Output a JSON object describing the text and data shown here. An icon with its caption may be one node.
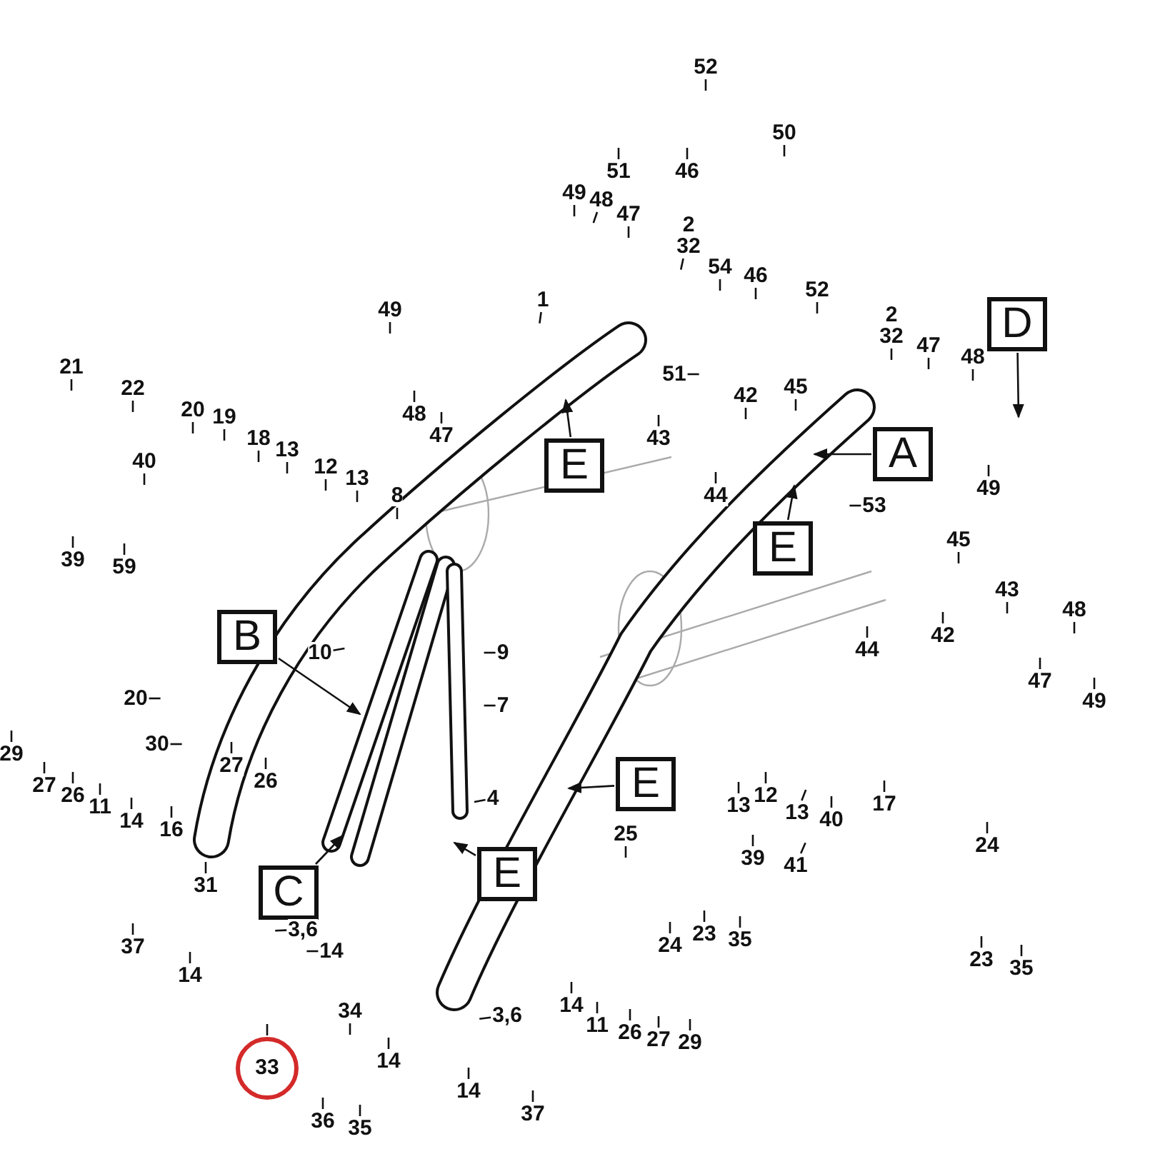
{
  "diagram": {
    "nodes": [
      {
        "text": [
          "52"
        ]
      },
      {
        "text": [
          "51"
        ]
      },
      {
        "text": [
          "46"
        ]
      },
      {
        "text": [
          "50"
        ]
      },
      {
        "text": [
          "49"
        ]
      },
      {
        "text": [
          "48"
        ]
      },
      {
        "text": [
          "47"
        ]
      },
      {
        "text": [
          "2",
          "32"
        ]
      },
      {
        "text": [
          "54"
        ]
      },
      {
        "text": [
          "46"
        ]
      },
      {
        "text": [
          "52"
        ]
      },
      {
        "text": [
          "1"
        ]
      },
      {
        "text": [
          "49"
        ]
      },
      {
        "text": [
          "D"
        ]
      },
      {
        "text": [
          "2",
          "32"
        ]
      },
      {
        "text": [
          "47"
        ]
      },
      {
        "text": [
          "21"
        ]
      },
      {
        "text": [
          "51"
        ]
      },
      {
        "text": [
          "22"
        ]
      },
      {
        "text": [
          "42"
        ]
      },
      {
        "text": [
          "45"
        ]
      },
      {
        "text": [
          "48"
        ]
      },
      {
        "text": [
          "20"
        ]
      },
      {
        "text": [
          "48"
        ]
      },
      {
        "text": [
          "19"
        ]
      },
      {
        "text": [
          "47"
        ]
      },
      {
        "text": [
          "43"
        ]
      },
      {
        "text": [
          "18"
        ]
      },
      {
        "text": [
          "13"
        ]
      },
      {
        "text": [
          "A"
        ]
      },
      {
        "text": [
          "40"
        ]
      },
      {
        "text": [
          "E"
        ]
      },
      {
        "text": [
          "12"
        ]
      },
      {
        "text": [
          "13"
        ]
      },
      {
        "text": [
          "49"
        ]
      },
      {
        "text": [
          "53"
        ]
      },
      {
        "text": [
          "44"
        ]
      },
      {
        "text": [
          "8"
        ]
      },
      {
        "text": [
          "45"
        ]
      },
      {
        "text": [
          "E"
        ]
      },
      {
        "text": [
          "39"
        ]
      },
      {
        "text": [
          "59"
        ]
      },
      {
        "text": [
          "43"
        ]
      },
      {
        "text": [
          "48"
        ]
      },
      {
        "text": [
          "42"
        ]
      },
      {
        "text": [
          "B"
        ]
      },
      {
        "text": [
          "10"
        ]
      },
      {
        "text": [
          "9"
        ]
      },
      {
        "text": [
          "44"
        ]
      },
      {
        "text": [
          "47"
        ]
      },
      {
        "text": [
          "20"
        ]
      },
      {
        "text": [
          "49"
        ]
      },
      {
        "text": [
          "7"
        ]
      },
      {
        "text": [
          "30"
        ]
      },
      {
        "text": [
          "29"
        ]
      },
      {
        "text": [
          "27"
        ]
      },
      {
        "text": [
          "26"
        ]
      },
      {
        "text": [
          "27"
        ]
      },
      {
        "text": [
          "E"
        ]
      },
      {
        "text": [
          "26"
        ]
      },
      {
        "text": [
          "4"
        ]
      },
      {
        "text": [
          "17"
        ]
      },
      {
        "text": [
          "13"
        ]
      },
      {
        "text": [
          "12"
        ]
      },
      {
        "text": [
          "11"
        ]
      },
      {
        "text": [
          "13"
        ]
      },
      {
        "text": [
          "40"
        ]
      },
      {
        "text": [
          "14"
        ]
      },
      {
        "text": [
          "16"
        ]
      },
      {
        "text": [
          "25"
        ]
      },
      {
        "text": [
          "24"
        ]
      },
      {
        "text": [
          "39"
        ]
      },
      {
        "text": [
          "41"
        ]
      },
      {
        "text": [
          "E"
        ]
      },
      {
        "text": [
          "31"
        ]
      },
      {
        "text": [
          "C"
        ]
      },
      {
        "text": [
          "3,6"
        ]
      },
      {
        "text": [
          "23"
        ]
      },
      {
        "text": [
          "35"
        ]
      },
      {
        "text": [
          "24"
        ]
      },
      {
        "text": [
          "37"
        ]
      },
      {
        "text": [
          "14"
        ]
      },
      {
        "text": [
          "23"
        ]
      },
      {
        "text": [
          "35"
        ]
      },
      {
        "text": [
          "14"
        ]
      },
      {
        "text": [
          "14"
        ]
      },
      {
        "text": [
          "34"
        ]
      },
      {
        "text": [
          "3,6"
        ]
      },
      {
        "text": [
          "11"
        ]
      },
      {
        "text": [
          "26"
        ]
      },
      {
        "text": [
          "27"
        ]
      },
      {
        "text": [
          "29"
        ]
      },
      {
        "text": [
          "14"
        ]
      },
      {
        "text": [
          "33"
        ]
      },
      {
        "text": [
          "14"
        ]
      },
      {
        "text": [
          "37"
        ]
      },
      {
        "text": [
          "36"
        ]
      },
      {
        "text": [
          "35"
        ]
      }
    ],
    "edges": [
      {
        "from": 0,
        "to": null,
        "arrow": "none"
      },
      {
        "from": 1,
        "to": null,
        "arrow": "none"
      },
      {
        "from": 2,
        "to": null,
        "arrow": "none"
      },
      {
        "from": 3,
        "to": null,
        "arrow": "none"
      },
      {
        "from": 4,
        "to": null,
        "arrow": "none"
      },
      {
        "from": 5,
        "to": null,
        "arrow": "none"
      },
      {
        "from": 6,
        "to": null,
        "arrow": "none"
      },
      {
        "from": 7,
        "to": null,
        "arrow": "none"
      },
      {
        "from": 8,
        "to": null,
        "arrow": "none"
      },
      {
        "from": 9,
        "to": null,
        "arrow": "none"
      },
      {
        "from": 10,
        "to": null,
        "arrow": "none"
      },
      {
        "from": 11,
        "to": null,
        "arrow": "none"
      },
      {
        "from": 12,
        "to": null,
        "arrow": "none"
      },
      {
        "from": 13,
        "to": null,
        "arrow": "to"
      },
      {
        "from": 14,
        "to": null,
        "arrow": "none"
      },
      {
        "from": 15,
        "to": null,
        "arrow": "none"
      },
      {
        "from": 16,
        "to": null,
        "arrow": "none"
      },
      {
        "from": 17,
        "to": null,
        "arrow": "none"
      },
      {
        "from": 18,
        "to": null,
        "arrow": "none"
      },
      {
        "from": 19,
        "to": null,
        "arrow": "none"
      },
      {
        "from": 20,
        "to": null,
        "arrow": "none"
      },
      {
        "from": 21,
        "to": null,
        "arrow": "none"
      },
      {
        "from": 22,
        "to": null,
        "arrow": "none"
      },
      {
        "from": 23,
        "to": null,
        "arrow": "none"
      },
      {
        "from": 24,
        "to": null,
        "arrow": "none"
      },
      {
        "from": 25,
        "to": null,
        "arrow": "none"
      },
      {
        "from": 26,
        "to": null,
        "arrow": "none"
      },
      {
        "from": 27,
        "to": null,
        "arrow": "none"
      },
      {
        "from": 28,
        "to": null,
        "arrow": "none"
      },
      {
        "from": 29,
        "to": null,
        "arrow": "to"
      },
      {
        "from": 30,
        "to": null,
        "arrow": "none"
      },
      {
        "from": 31,
        "to": null,
        "arrow": "to"
      },
      {
        "from": 32,
        "to": null,
        "arrow": "none"
      },
      {
        "from": 33,
        "to": null,
        "arrow": "none"
      },
      {
        "from": 34,
        "to": null,
        "arrow": "none"
      },
      {
        "from": 35,
        "to": null,
        "arrow": "none"
      },
      {
        "from": 36,
        "to": null,
        "arrow": "none"
      },
      {
        "from": 37,
        "to": null,
        "arrow": "none"
      },
      {
        "from": 38,
        "to": null,
        "arrow": "none"
      },
      {
        "from": 39,
        "to": null,
        "arrow": "to"
      },
      {
        "from": 40,
        "to": null,
        "arrow": "none"
      },
      {
        "from": 41,
        "to": null,
        "arrow": "none"
      },
      {
        "from": 42,
        "to": null,
        "arrow": "none"
      },
      {
        "from": 43,
        "to": null,
        "arrow": "none"
      },
      {
        "from": 44,
        "to": null,
        "arrow": "none"
      },
      {
        "from": 45,
        "to": null,
        "arrow": "to"
      },
      {
        "from": 46,
        "to": null,
        "arrow": "none"
      },
      {
        "from": 47,
        "to": null,
        "arrow": "none"
      },
      {
        "from": 48,
        "to": null,
        "arrow": "none"
      },
      {
        "from": 49,
        "to": null,
        "arrow": "none"
      },
      {
        "from": 50,
        "to": null,
        "arrow": "none"
      },
      {
        "from": 51,
        "to": null,
        "arrow": "none"
      },
      {
        "from": 52,
        "to": null,
        "arrow": "none"
      },
      {
        "from": 53,
        "to": null,
        "arrow": "none"
      },
      {
        "from": 54,
        "to": null,
        "arrow": "none"
      },
      {
        "from": 55,
        "to": null,
        "arrow": "none"
      },
      {
        "from": 56,
        "to": null,
        "arrow": "none"
      },
      {
        "from": 57,
        "to": null,
        "arrow": "none"
      },
      {
        "from": 58,
        "to": null,
        "arrow": "to"
      },
      {
        "from": 59,
        "to": null,
        "arrow": "none"
      },
      {
        "from": 60,
        "to": null,
        "arrow": "none"
      },
      {
        "from": 61,
        "to": null,
        "arrow": "none"
      },
      {
        "from": 62,
        "to": null,
        "arrow": "none"
      },
      {
        "from": 63,
        "to": null,
        "arrow": "none"
      },
      {
        "from": 64,
        "to": null,
        "arrow": "none"
      },
      {
        "from": 65,
        "to": null,
        "arrow": "none"
      },
      {
        "from": 66,
        "to": null,
        "arrow": "none"
      },
      {
        "from": 67,
        "to": null,
        "arrow": "none"
      },
      {
        "from": 68,
        "to": null,
        "arrow": "none"
      },
      {
        "from": 69,
        "to": null,
        "arrow": "none"
      },
      {
        "from": 70,
        "to": null,
        "arrow": "none"
      },
      {
        "from": 71,
        "to": null,
        "arrow": "none"
      },
      {
        "from": 72,
        "to": null,
        "arrow": "none"
      },
      {
        "from": 73,
        "to": null,
        "arrow": "to"
      },
      {
        "from": 74,
        "to": null,
        "arrow": "none"
      },
      {
        "from": 75,
        "to": null,
        "arrow": "to"
      },
      {
        "from": 76,
        "to": null,
        "arrow": "none"
      },
      {
        "from": 77,
        "to": null,
        "arrow": "none"
      },
      {
        "from": 78,
        "to": null,
        "arrow": "none"
      },
      {
        "from": 79,
        "to": null,
        "arrow": "none"
      },
      {
        "from": 80,
        "to": null,
        "arrow": "none"
      },
      {
        "from": 81,
        "to": null,
        "arrow": "none"
      },
      {
        "from": 82,
        "to": null,
        "arrow": "none"
      },
      {
        "from": 83,
        "to": null,
        "arrow": "none"
      },
      {
        "from": 84,
        "to": null,
        "arrow": "none"
      },
      {
        "from": 85,
        "to": null,
        "arrow": "none"
      },
      {
        "from": 86,
        "to": null,
        "arrow": "none"
      },
      {
        "from": 87,
        "to": null,
        "arrow": "none"
      },
      {
        "from": 88,
        "to": null,
        "arrow": "none"
      },
      {
        "from": 89,
        "to": null,
        "arrow": "none"
      },
      {
        "from": 90,
        "to": null,
        "arrow": "none"
      },
      {
        "from": 91,
        "to": null,
        "arrow": "none"
      },
      {
        "from": 92,
        "to": null,
        "arrow": "none"
      },
      {
        "from": 93,
        "to": null,
        "arrow": "none"
      },
      {
        "from": 94,
        "to": null,
        "arrow": "none"
      },
      {
        "from": 95,
        "to": null,
        "arrow": "none"
      },
      {
        "from": 96,
        "to": null,
        "arrow": "none"
      },
      {
        "from": 97,
        "to": null,
        "arrow": "none"
      }
    ]
  }
}
